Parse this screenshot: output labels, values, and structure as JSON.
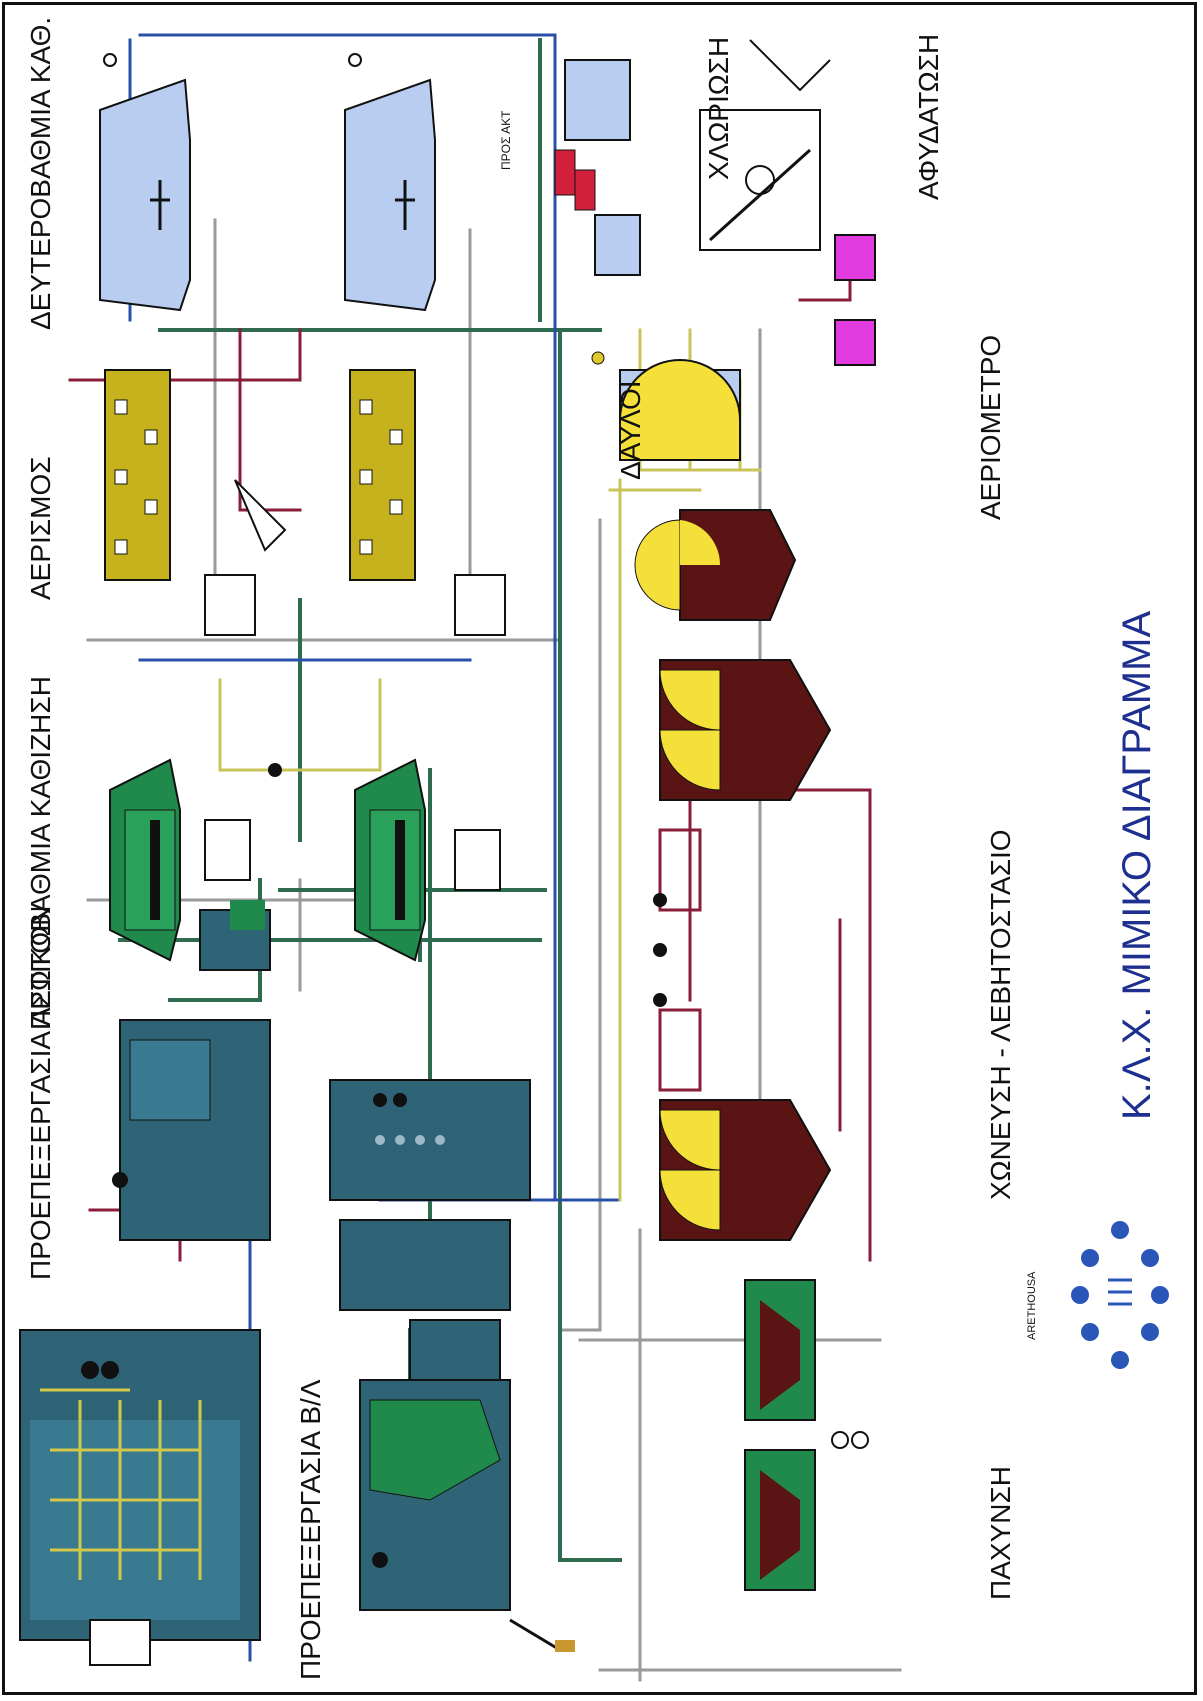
{
  "labels": {
    "preprocessing_urban": "ΠΡΟΕΠΕΞΕΡΓΑΣΙΑ ΑΣΤΙΚΩΝ",
    "preprocessing_bl": "ΠΡΟΕΠΕΞΕΡΓΑΣΙΑ Β/Λ",
    "primary_settling": "ΠΡΩΤΟΒΑΘΜΙΑ ΚΑΘΙΖΗΣΗ",
    "aeration": "ΑΕΡΙΣΜΟΣ",
    "secondary_settling": "ΔΕΥΤΕΡΟΒΑΘΜΙΑ ΚΑΘ.",
    "chlorination": "ΧΛΩΡΙΩΣΗ",
    "dewatering": "ΑΦΥΔΑΤΩΣΗ",
    "gas_meter": "ΑΕΡΙΟΜΕΤΡΟ",
    "flares": "ΔΑΥΛΟΙ",
    "digestion_boiler": "ΧΩΝΕΥΣΗ - ΛΕΒΗΤΟΣΤΑΣΙΟ",
    "thickening": "ΠΑΧΥΝΣΗ",
    "main_title": "Κ.Λ.Χ.  ΜΙΜΙΚΟ ΔΙΑΓΡΑΜΜΑ",
    "pipe_note": "ΠΡΟΣ ΑΚΤ",
    "logo_text": "ARETHOUSA"
  },
  "colors": {
    "primary_tank": "#1f8a4c",
    "aeration_tank": "#c6b21d",
    "secondary_tank": "#b9cdf0",
    "digester_body": "#5a1414",
    "digester_gas": "#f5e03a",
    "chlorine_red": "#d0203a",
    "dewatering_magenta": "#e23be0",
    "pipe_green": "#2e6b4f",
    "pipe_blue": "#2950a8",
    "pipe_red": "#8a1e3a",
    "pipe_yellow": "#c9c45a",
    "pipe_grey": "#9a9a9a",
    "steel_teal": "#2f6477",
    "title_blue": "#1d2f8f"
  },
  "icons": [
    "logo-circle-arrows-icon",
    "pump-icon",
    "valve-icon",
    "blower-icon"
  ]
}
